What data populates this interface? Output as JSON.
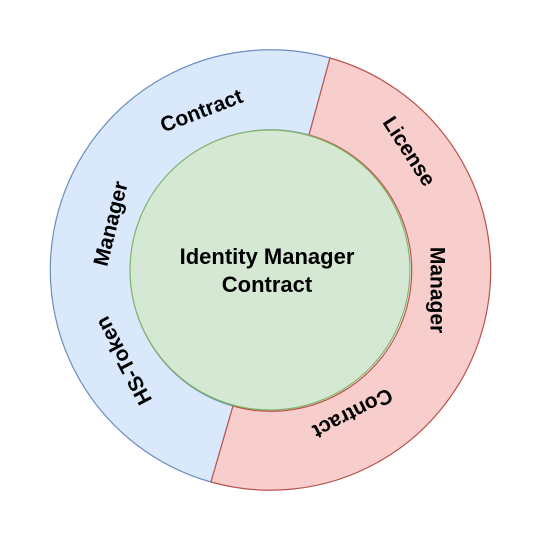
{
  "diagram": {
    "center": {
      "line1": "Identity Manager",
      "line2": "Contract",
      "fill": "#d5e8d4",
      "stroke": "#82b366"
    },
    "left_segment": {
      "words": [
        "Contract",
        "Manager",
        "HS-Token"
      ],
      "fill": "#dae8fc",
      "stroke": "#6c8ebf"
    },
    "right_segment": {
      "words": [
        "License",
        "Manager",
        "Contract"
      ],
      "fill": "#f8cecc",
      "stroke": "#b85450"
    }
  }
}
